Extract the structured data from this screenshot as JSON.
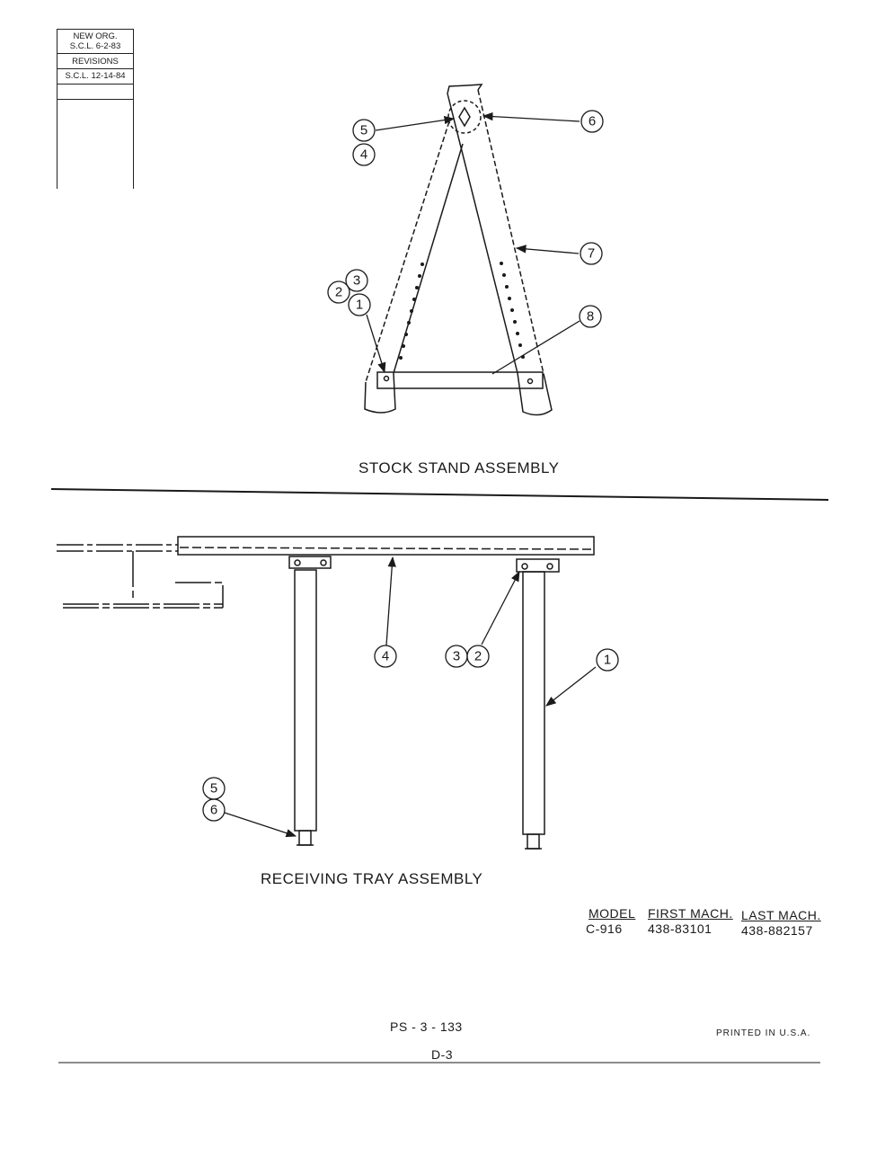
{
  "revision_block": {
    "line1": "NEW ORG.",
    "line2": "S.C.L. 6-2-83",
    "header": "REVISIONS",
    "line3": "S.C.L. 12-14-84"
  },
  "stock_stand": {
    "caption": "STOCK STAND ASSEMBLY",
    "callouts": [
      "5",
      "4",
      "6",
      "7",
      "3",
      "2",
      "1",
      "8"
    ]
  },
  "receiving_tray": {
    "caption": "RECEIVING TRAY ASSEMBLY",
    "callouts": [
      "4",
      "3",
      "2",
      "1",
      "5",
      "6"
    ]
  },
  "model_info": {
    "model_header": "MODEL",
    "model_value": "C-916",
    "first_header": "FIRST MACH.",
    "first_value": "438-83101",
    "last_header": "LAST MACH.",
    "last_value": "438-882157"
  },
  "footer": {
    "part_number": "PS - 3 - 133",
    "printed": "PRINTED IN U.S.A.",
    "page": "D-3"
  },
  "colors": {
    "ink": "#1a1a1a",
    "paper": "#ffffff"
  }
}
